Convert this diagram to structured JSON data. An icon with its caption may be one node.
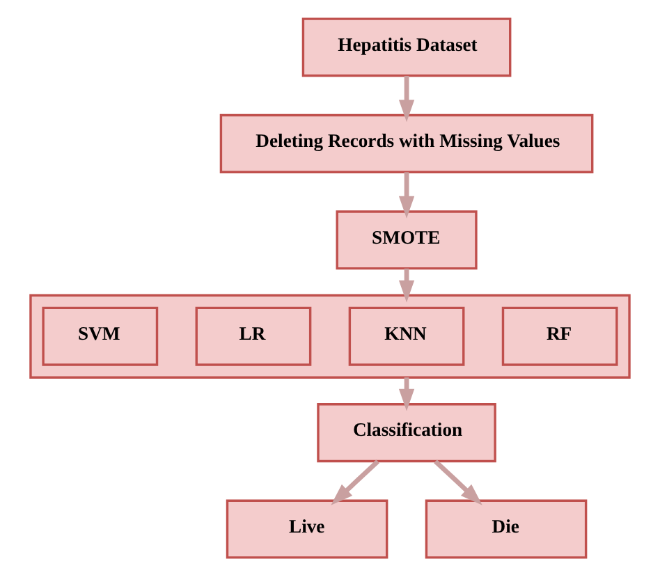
{
  "diagram": {
    "nodes": [
      {
        "text": [
          "Hepatitis Dataset"
        ]
      },
      {
        "text": [
          "Deleting Records with Missing Values"
        ]
      },
      {
        "text": [
          "SMOTE"
        ]
      },
      {
        "text": [],
        "shape": "box"
      },
      {
        "text": [
          "SVM"
        ],
        "in": 3
      },
      {
        "text": [
          "LR"
        ],
        "in": 3
      },
      {
        "text": [
          "KNN"
        ],
        "in": 3
      },
      {
        "text": [
          "RF"
        ],
        "in": 3
      },
      {
        "text": [
          "Classification"
        ]
      },
      {
        "text": [
          "Live"
        ]
      },
      {
        "text": [
          "Die"
        ]
      }
    ],
    "edges": [
      {
        "from": 0,
        "to": 1,
        "arrow": "to"
      },
      {
        "from": 1,
        "to": 2,
        "arrow": "to"
      },
      {
        "from": 2,
        "to": 3,
        "arrow": "to"
      },
      {
        "from": 3,
        "to": 8,
        "arrow": "to"
      },
      {
        "from": 8,
        "to": 9,
        "arrow": "to"
      },
      {
        "from": 8,
        "to": 10,
        "arrow": "to"
      }
    ]
  }
}
